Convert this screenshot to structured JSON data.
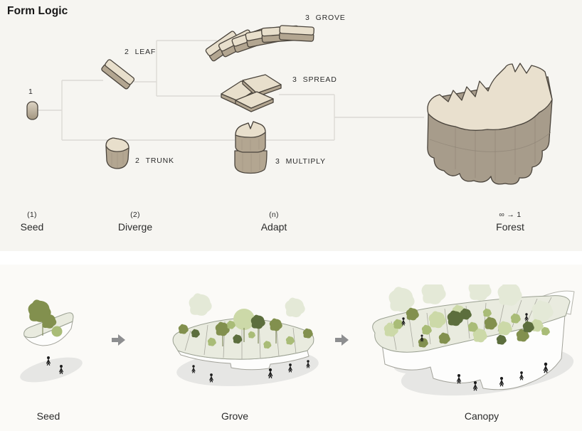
{
  "header": {
    "title": "Form Logic"
  },
  "palette": {
    "panel_top_bg": "#f6f5f1",
    "panel_gap_bg": "#ffffff",
    "panel_bottom_bg": "#fbfaf7",
    "connector_line": "#dcdad5",
    "block_top": "#e8dfcc",
    "block_side": "#b3a691",
    "block_outline": "#4a443c",
    "forest_top": "#e9e0ce",
    "forest_side": "#a79c8b",
    "platform_top": "#e9ebdf",
    "shadow": "#e6e6e4",
    "tree_olive": "#82904e",
    "tree_mid": "#a9bc77",
    "tree_light": "#ccd9a8",
    "tree_ghost": "#e4e9d7",
    "tree_dark": "#5c6e3d",
    "arrow_gray": "#8d8e90",
    "text_primary": "#161616",
    "text_secondary": "#2b2b2b"
  },
  "flow": {
    "seed_num": "1",
    "leaf": {
      "num": "2",
      "label": "LEAF"
    },
    "trunk": {
      "num": "2",
      "label": "TRUNK"
    },
    "grove": {
      "num": "3",
      "label": "GROVE"
    },
    "spread": {
      "num": "3",
      "label": "SPREAD"
    },
    "multiply": {
      "num": "3",
      "label": "MULTIPLY"
    },
    "stages": [
      {
        "count": "(1)",
        "name": "Seed"
      },
      {
        "count": "(2)",
        "name": "Diverge"
      },
      {
        "count": "(n)",
        "name": "Adapt"
      },
      {
        "count": "∞ → 1",
        "name": "Forest"
      }
    ]
  },
  "sequence": {
    "items": [
      {
        "name": "Seed"
      },
      {
        "name": "Grove"
      },
      {
        "name": "Canopy"
      }
    ]
  }
}
